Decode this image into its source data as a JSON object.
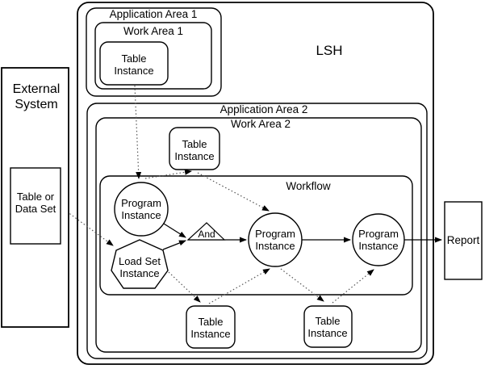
{
  "colors": {
    "stroke": "#000000",
    "dotted_line": "#555555",
    "background": "#ffffff",
    "text": "#000000"
  },
  "diagram": {
    "lsh_label": "LSH",
    "external_system": {
      "lines": [
        "External",
        "System"
      ]
    },
    "table_or_dataset": {
      "lines": [
        "Table or",
        "Data Set"
      ]
    },
    "application_area_1": "Application Area 1",
    "work_area_1": "Work Area 1",
    "application_area_2": "Application Area 2",
    "work_area_2": "Work Area 2",
    "workflow": "Workflow",
    "and_gate": "And",
    "report": "Report",
    "table_instance_wa1": {
      "lines": [
        "Table",
        "Instance"
      ]
    },
    "table_instance_wa2_top": {
      "lines": [
        "Table",
        "Instance"
      ]
    },
    "table_instance_bottom_left": {
      "lines": [
        "Table",
        "Instance"
      ]
    },
    "table_instance_bottom_right": {
      "lines": [
        "Table",
        "Instance"
      ]
    },
    "program_instance_1": {
      "lines": [
        "Program",
        "Instance"
      ]
    },
    "program_instance_2": {
      "lines": [
        "Program",
        "Instance"
      ]
    },
    "program_instance_3": {
      "lines": [
        "Program",
        "Instance"
      ]
    },
    "load_set_instance": {
      "lines": [
        "Load Set",
        "Instance"
      ]
    }
  }
}
